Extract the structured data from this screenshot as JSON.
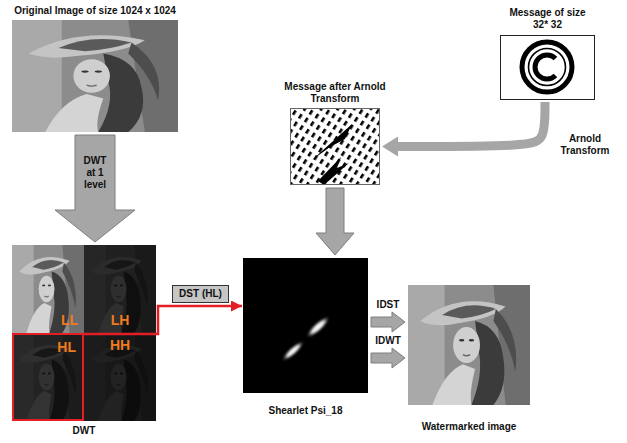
{
  "diagram": {
    "nodes": [
      {
        "text": [
          "Original Image of size 1024 x 1024"
        ]
      },
      {
        "text": [
          "DWT"
        ]
      },
      {
        "text": [
          "LL"
        ],
        "in": 1
      },
      {
        "text": [
          "LH"
        ],
        "in": 1
      },
      {
        "text": [
          "HL"
        ],
        "in": 1
      },
      {
        "text": [
          "HH"
        ],
        "in": 1
      },
      {
        "text": [
          "Message of size 32* 32"
        ]
      },
      {
        "text": [
          "Message after Arnold Transform"
        ]
      },
      {
        "text": [
          "Shearlet Psi_18"
        ]
      },
      {
        "text": [
          "Watermarked image"
        ]
      }
    ],
    "edges": [
      {
        "from": 0,
        "to": 1,
        "label": "DWT at 1 level",
        "arrow": "to"
      },
      {
        "from": 4,
        "to": 8,
        "label": "DST (HL)",
        "arrow": "to"
      },
      {
        "from": 6,
        "to": 7,
        "label": "Arnold Transform",
        "arrow": "to"
      },
      {
        "from": 7,
        "to": 8,
        "arrow": "to"
      },
      {
        "from": 8,
        "to": 9,
        "label": "IDST",
        "arrow": "to"
      },
      {
        "from": 8,
        "to": 9,
        "label": "IDWT",
        "arrow": "to"
      }
    ]
  }
}
